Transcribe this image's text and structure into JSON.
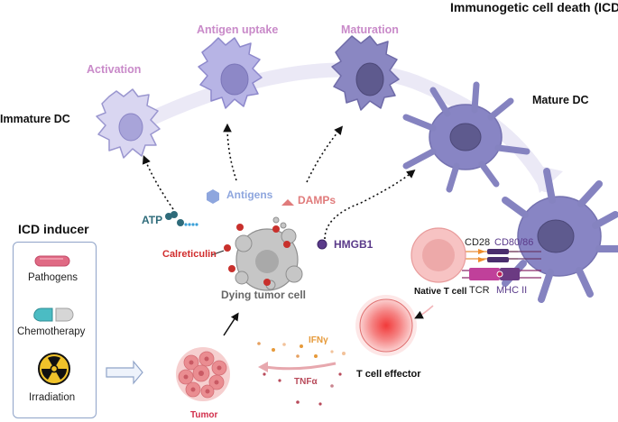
{
  "title": "Immunogetic cell death (ICD)",
  "stages": {
    "activation": "Activation",
    "antigen_uptake": "Antigen uptake",
    "maturation": "Maturation"
  },
  "cells": {
    "immature_dc": "Immature DC",
    "mature_dc": "Mature DC",
    "dying_tumor_cell": "Dying tumor cell",
    "native_t_cell": "Native T cell",
    "t_cell_effector": "T cell effector",
    "tumor": "Tumor"
  },
  "molecules": {
    "atp": "ATP",
    "antigens": "Antigens",
    "damps": "DAMPs",
    "calreticulin": "Calreticulin",
    "hmgb1": "HMGB1",
    "cd28": "CD28",
    "cd80_86": "CD80/86",
    "tcr": "TCR",
    "mhc_ii": "MHC II",
    "ifn_gamma": "IFNγ",
    "tnf_alpha": "TNFα"
  },
  "inducer": {
    "heading": "ICD inducer",
    "items": [
      {
        "label": "Pathogens",
        "icon": "bacterium-icon"
      },
      {
        "label": "Chemotherapy",
        "icon": "pill-icon"
      },
      {
        "label": "Irradiation",
        "icon": "radiation-icon"
      }
    ]
  },
  "colors": {
    "stage_label": "#c98ac9",
    "atp": "#2e6b7a",
    "antigens": "#8ea6de",
    "damps": "#e07b7b",
    "calreticulin": "#d12d2d",
    "hmgb1": "#5a3a8a",
    "ifn": "#e69a3a",
    "tnf": "#b84a5a",
    "dc_light": "#d6d3f0",
    "dc_mid": "#b3b1e3",
    "dc_dark": "#8885c4"
  }
}
